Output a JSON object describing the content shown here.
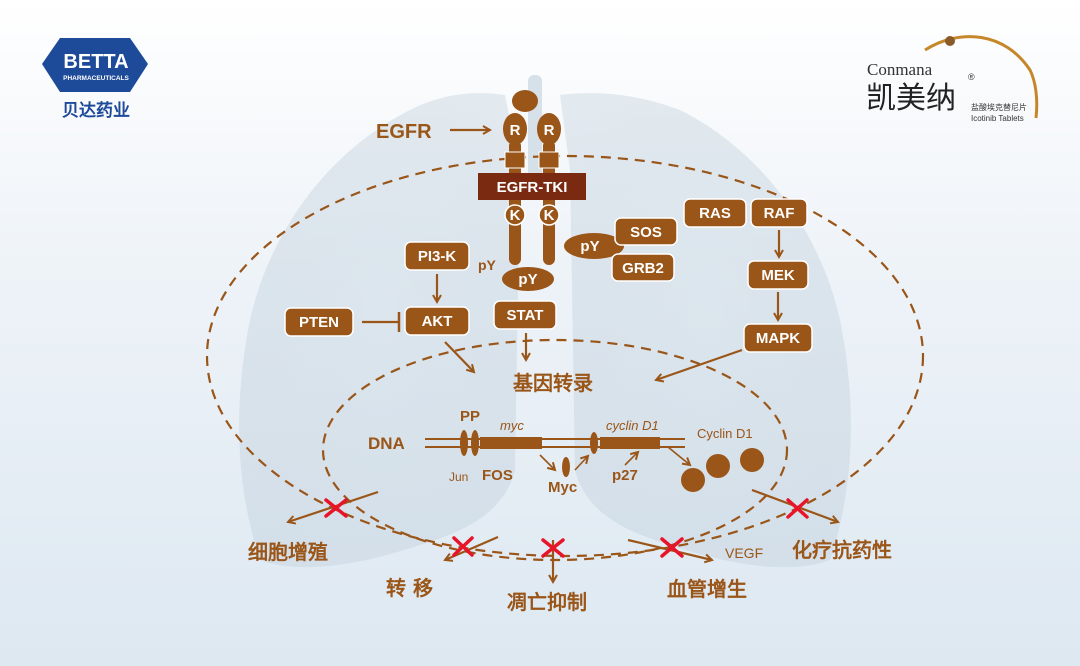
{
  "colors": {
    "brown": "#9a5518",
    "dark_red": "#7a2a10",
    "red_x": "#e8152a",
    "betta_blue": "#1e4a9a"
  },
  "logos": {
    "betta": {
      "brand": "BETTA",
      "sub": "PHARMACEUTICALS",
      "cn": "贝达药业"
    },
    "conmana": {
      "en": "Conmana",
      "cn": "凯美纳",
      "reg": "®",
      "cn_small": "盐酸埃克替尼片",
      "en_small": "Icotinib Tablets"
    }
  },
  "diagram": {
    "egfr": "EGFR",
    "receptor_r": "R",
    "tki": "EGFR-TKI",
    "kinase_k": "K",
    "py": "pY",
    "sos": "SOS",
    "grb2": "GRB2",
    "ras": "RAS",
    "raf": "RAF",
    "mek": "MEK",
    "mapk": "MAPK",
    "pi3k": "PI3-K",
    "akt": "AKT",
    "pten": "PTEN",
    "stat": "STAT",
    "transcription": "基因转录",
    "dna": "DNA",
    "pp": "PP",
    "myc_gene": "myc",
    "cyclin_gene": "cyclin D1",
    "cyclin_protein": "Cyclin D1",
    "jun": "Jun",
    "fos": "FOS",
    "myc_protein": "Myc",
    "p27": "p27",
    "outcomes": {
      "proliferation": "细胞增殖",
      "metastasis": "转 移",
      "apoptosis": "凋亡抑制",
      "angiogenesis": "血管增生",
      "vegf": "VEGF",
      "chemo": "化疗抗药性"
    }
  }
}
